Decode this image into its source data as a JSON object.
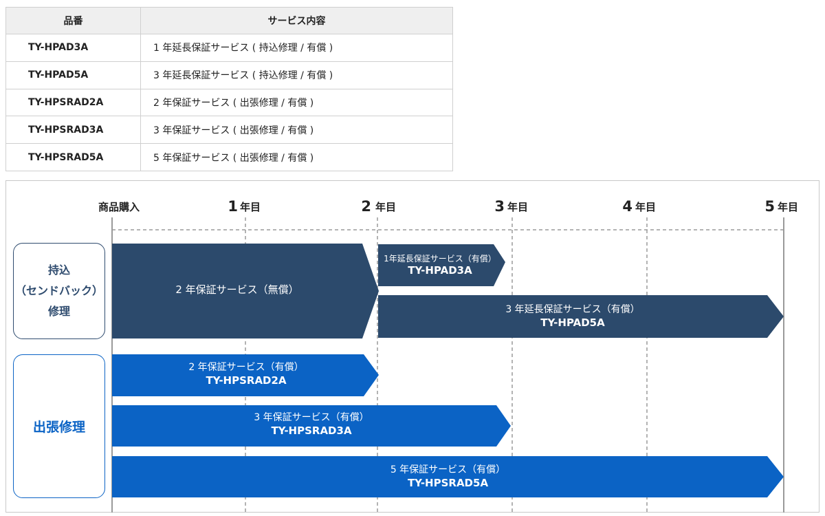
{
  "table": {
    "headers": [
      "品番",
      "サービス内容"
    ],
    "rows": [
      {
        "code": "TY-HPAD3A",
        "desc": "1 年延長保証サービス ( 持込修理 / 有償 )"
      },
      {
        "code": "TY-HPAD5A",
        "desc": "3 年延長保証サービス ( 持込修理 / 有償 )"
      },
      {
        "code": "TY-HPSRAD2A",
        "desc": "2 年保証サービス ( 出張修理 / 有償 )"
      },
      {
        "code": "TY-HPSRAD3A",
        "desc": "3 年保証サービス ( 出張修理 / 有償 )"
      },
      {
        "code": "TY-HPSRAD5A",
        "desc": "5 年保証サービス ( 出張修理 / 有償 )"
      }
    ]
  },
  "timeline": {
    "start_label": "商品購入",
    "year_unit": "年目",
    "years": [
      "1",
      "2",
      "3",
      "4",
      "5"
    ]
  },
  "categories": {
    "carry_in": [
      "持込",
      "（センドバック）",
      "修理"
    ],
    "on_site": "出張修理"
  },
  "bars": {
    "free": {
      "title": "2 年保証サービス（無償）"
    },
    "ext1": {
      "title": "1年延長保証サービス（有償）",
      "code": "TY-HPAD3A"
    },
    "ext3": {
      "title": "3 年延長保証サービス（有償）",
      "code": "TY-HPAD5A"
    },
    "sr2": {
      "title": "2 年保証サービス（有償）",
      "code": "TY-HPSRAD2A"
    },
    "sr3": {
      "title": "3 年保証サービス（有償）",
      "code": "TY-HPSRAD3A"
    },
    "sr5": {
      "title": "5 年保証サービス（有償）",
      "code": "TY-HPSRAD5A"
    }
  },
  "colors": {
    "navy": "#2c4a6c",
    "blue": "#0b63c5"
  }
}
